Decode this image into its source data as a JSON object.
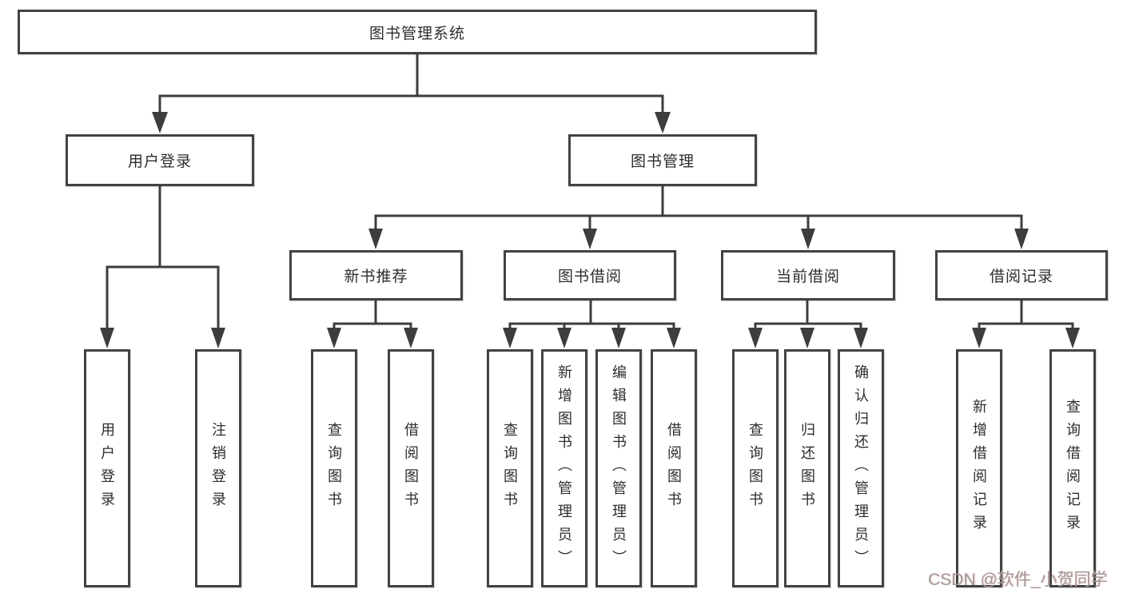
{
  "tree": {
    "label": "图书管理系统",
    "children": [
      {
        "label": "用户登录",
        "children": [
          {
            "label": "用户登录"
          },
          {
            "label": "注销登录"
          }
        ]
      },
      {
        "label": "图书管理",
        "children": [
          {
            "label": "新书推荐",
            "children": [
              {
                "label": "查询图书"
              },
              {
                "label": "借阅图书"
              }
            ]
          },
          {
            "label": "图书借阅",
            "children": [
              {
                "label": "查询图书"
              },
              {
                "label": "新增图书（管理员）"
              },
              {
                "label": "编辑图书（管理员）"
              },
              {
                "label": "借阅图书"
              }
            ]
          },
          {
            "label": "当前借阅",
            "children": [
              {
                "label": "查询图书"
              },
              {
                "label": "归还图书"
              },
              {
                "label": "确认归还（管理员）"
              }
            ]
          },
          {
            "label": "借阅记录",
            "children": [
              {
                "label": "新增借阅记录"
              },
              {
                "label": "查询借阅记录"
              }
            ]
          }
        ]
      }
    ]
  },
  "watermark": {
    "text": "CSDN @软件_小贺同学"
  },
  "colors": {
    "line": "#3d3d3d",
    "box_border": "#424242",
    "text": "#2d2d2d",
    "background": "#ffffff",
    "watermark_text": "#a39c9c"
  }
}
